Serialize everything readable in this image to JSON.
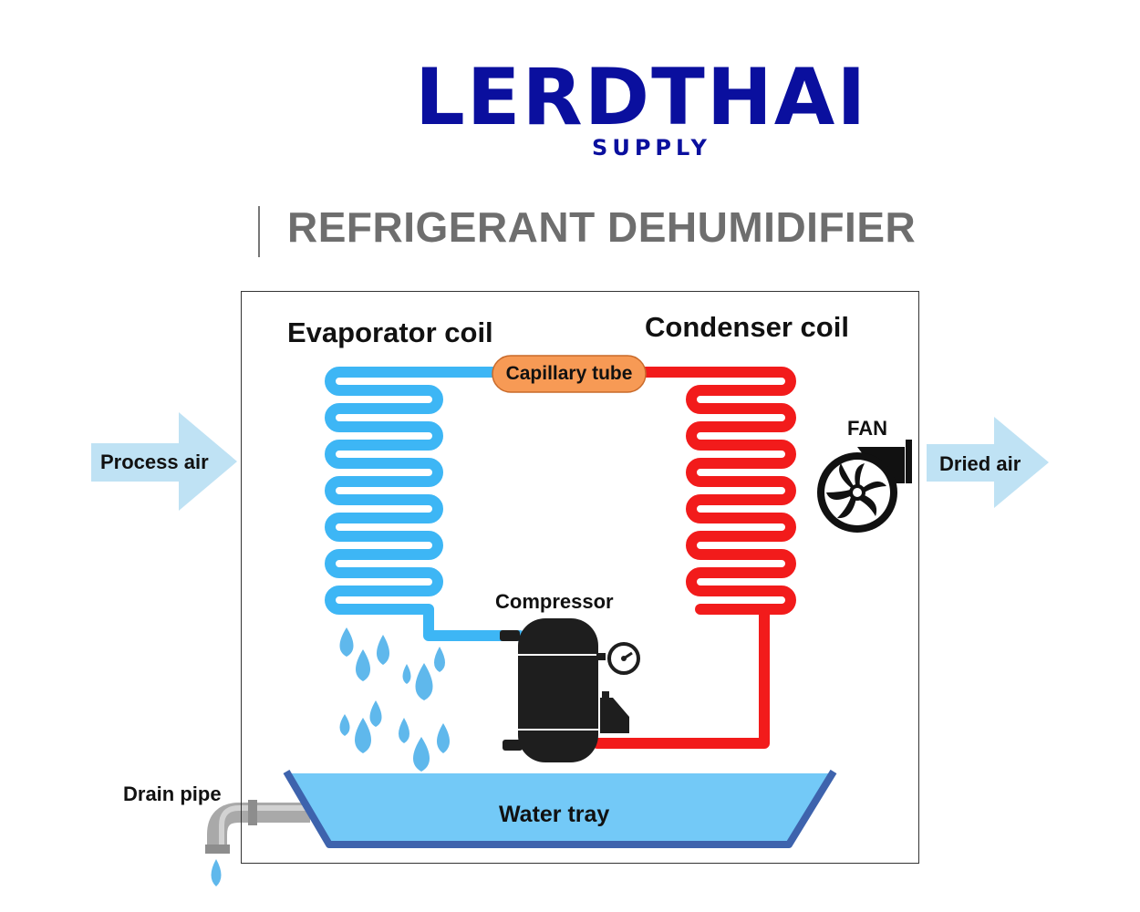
{
  "logo": {
    "name": "LERDTHAI",
    "sub": "SUPPLY",
    "color": "#0a0f9e"
  },
  "title": "REFRIGERANT DEHUMIDIFIER",
  "labels": {
    "evaporator": "Evaporator coil",
    "condenser": "Condenser coil",
    "capillary": "Capillary tube",
    "compressor": "Compressor",
    "fan": "FAN",
    "process_air": "Process air",
    "dried_air": "Dried air",
    "water_tray": "Water tray",
    "drain_pipe": "Drain pipe"
  },
  "colors": {
    "cold_coil": "#3db6f5",
    "hot_coil": "#f21b1b",
    "capillary": "#f79a55",
    "arrow": "#bfe2f4",
    "tray_water": "#73c9f7",
    "tray_edge": "#3e63ad",
    "droplet": "#5fb8ec",
    "compressor": "#1e1e1e",
    "pipe": "#b0b0b0"
  },
  "icons": {
    "fan": "fan-icon",
    "compressor": "compressor-icon",
    "droplet": "droplet-icon",
    "drain_pipe": "drain-pipe-icon"
  }
}
